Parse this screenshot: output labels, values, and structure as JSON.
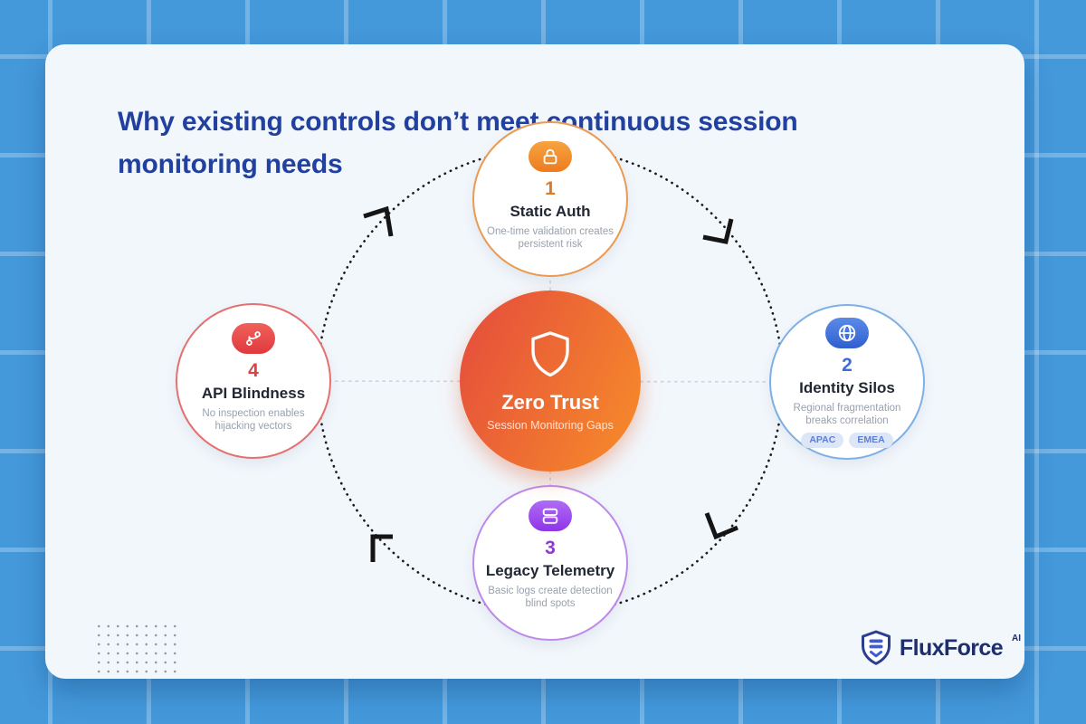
{
  "title": "Why existing controls don’t meet continuous session monitoring needs",
  "center": {
    "title": "Zero Trust",
    "subtitle": "Session Monitoring Gaps",
    "icon": "shield-icon",
    "gradient_from": "#E6503B",
    "gradient_to": "#F5882B"
  },
  "nodes": [
    {
      "number": "1",
      "title": "Static Auth",
      "description": "One-time validation creates persistent risk",
      "icon": "lock-icon",
      "accent": "#DD7A28",
      "border": "#EA9A52"
    },
    {
      "number": "2",
      "title": "Identity Silos",
      "description": "Regional fragmentation breaks correlation",
      "icon": "globe-icon",
      "accent": "#3E6CD2",
      "border": "#7FB0E5",
      "tags": [
        "APAC",
        "EMEA"
      ]
    },
    {
      "number": "3",
      "title": "Legacy Telemetry",
      "description": "Basic logs create detection blind spots",
      "icon": "server-stack-icon",
      "accent": "#9036DC",
      "border": "#BE8BEA"
    },
    {
      "number": "4",
      "title": "API Blindness",
      "description": "No inspection enables hijacking vectors",
      "icon": "git-branch-icon",
      "accent": "#D94444",
      "border": "#E47070"
    }
  ],
  "brand": {
    "name": "FluxForce",
    "superscript": "AI",
    "icon": "shield-logo-icon"
  },
  "colors": {
    "background": "#4499DB",
    "grid_line": "rgba(255,255,255,0.26)",
    "card": "#F2F7FC",
    "title_text": "#21409F",
    "ring": "#1A1A1A",
    "connector": "#CDD3DD"
  }
}
